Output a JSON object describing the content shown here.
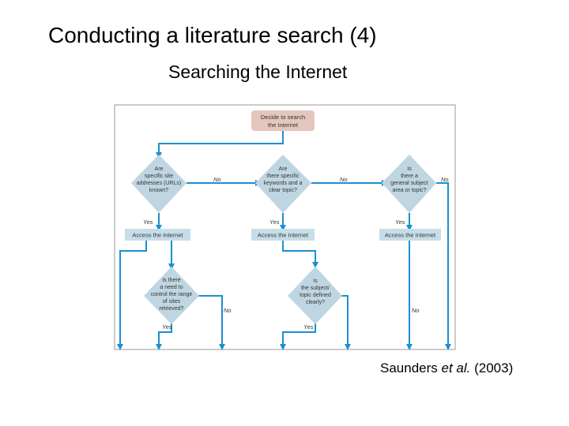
{
  "slide": {
    "title": "Conducting a literature search (4)",
    "subtitle": "Searching the Internet",
    "citation": {
      "author": "Saunders",
      "etal": "et al.",
      "year": "(2003)"
    }
  },
  "flowchart": {
    "start": {
      "lines": [
        "Decide to search",
        "the Internet"
      ]
    },
    "decisions": [
      {
        "id": "d1",
        "lines": [
          "Are",
          "specific site",
          "addresses (URLs)",
          "known?"
        ]
      },
      {
        "id": "d2",
        "lines": [
          "Are",
          "there specific",
          "keywords and a",
          "clear topic?"
        ]
      },
      {
        "id": "d3",
        "lines": [
          "Is",
          "there a",
          "general subject",
          "area or topic?"
        ]
      },
      {
        "id": "d4",
        "lines": [
          "Is there",
          "a need to",
          "control the range",
          "of sites",
          "retrieved?"
        ]
      },
      {
        "id": "d5",
        "lines": [
          "Is",
          "the subject/",
          "topic defined",
          "clearly?"
        ]
      }
    ],
    "processes": [
      {
        "id": "p1",
        "label": "Access the Internet"
      },
      {
        "id": "p2",
        "label": "Access the Internet"
      },
      {
        "id": "p3",
        "label": "Access the Internet"
      }
    ],
    "edge_labels": {
      "d1_no": "No",
      "d2_no": "No",
      "d3_no": "No",
      "d1_yes": "Yes",
      "d2_yes": "Yes",
      "d3_yes": "Yes",
      "d4_no": "No",
      "d4_yes": "Yes",
      "d5_no": "No",
      "d5_yes": "Yes"
    },
    "colors": {
      "connector": "#1b8fd1",
      "diamond_fill": "#bfd6e2",
      "process_fill": "#c7dde8",
      "start_fill": "#e4c6bd",
      "node_text": "#333333",
      "label_text": "#333333"
    }
  }
}
